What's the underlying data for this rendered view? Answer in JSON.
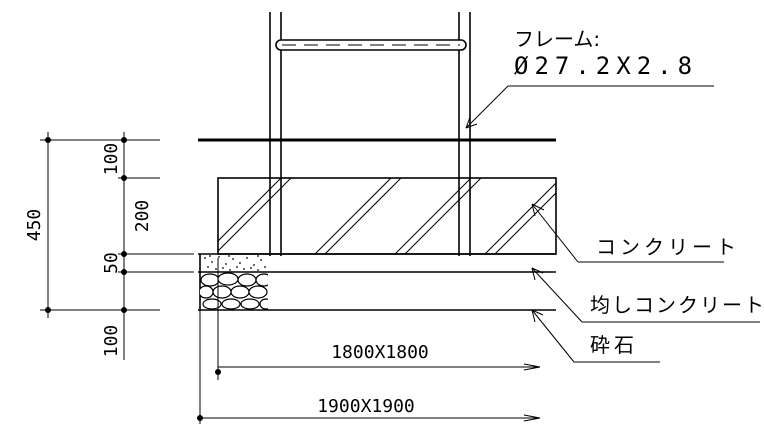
{
  "frame": {
    "title": "フレーム:",
    "spec": "Ø27.2X2.8"
  },
  "dimensions": {
    "total_depth": "450",
    "gravel_thickness_top": "100",
    "concrete_thickness": "200",
    "leveling_thickness": "50",
    "gravel_thickness": "100",
    "inner_size": "1800X1800",
    "outer_size": "1900X1900"
  },
  "labels": {
    "concrete": "コンクリート",
    "leveling_concrete": "均しコンクリート",
    "crushed_stone": "砕石"
  }
}
